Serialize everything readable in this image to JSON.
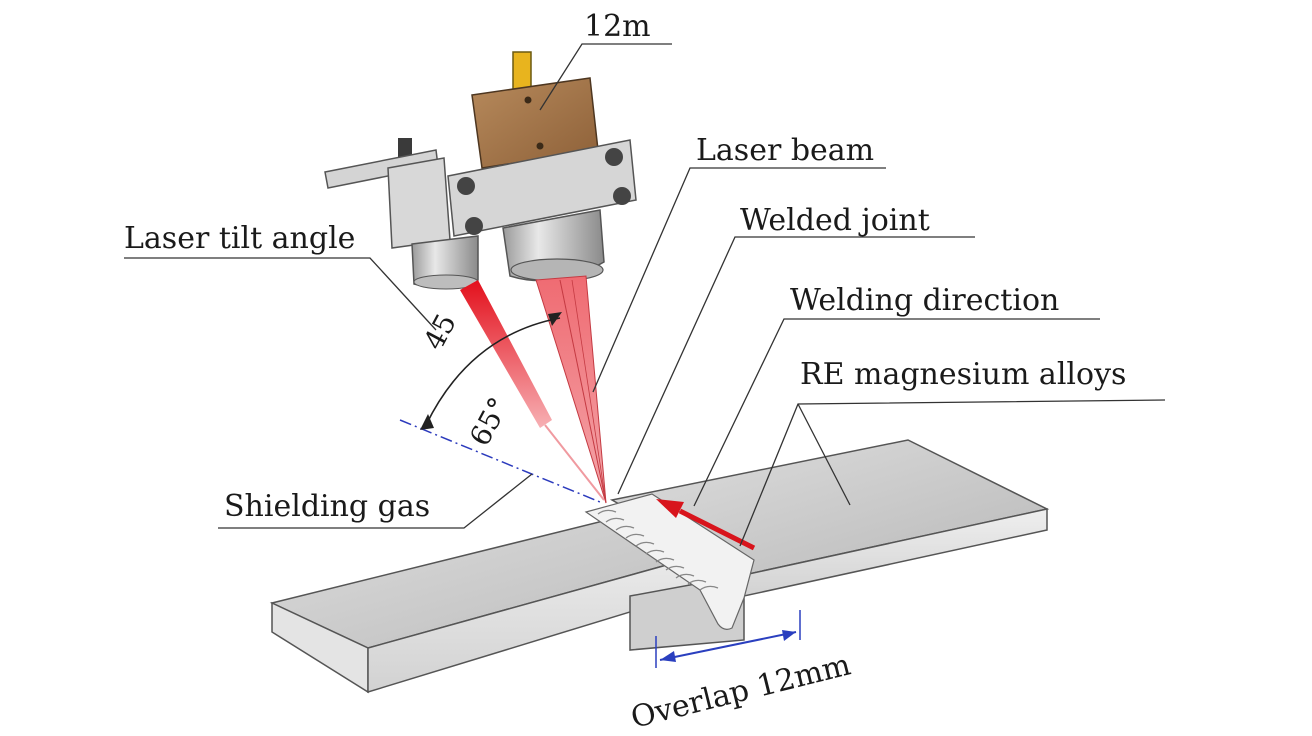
{
  "labels": {
    "top_dimension": "12m",
    "laser_beam": "Laser beam",
    "laser_tilt_angle": "Laser tilt angle",
    "welded_joint": "Welded joint",
    "welding_direction": "Welding direction",
    "re_magnesium_alloys": "RE magnesium alloys",
    "shielding_gas": "Shielding gas",
    "overlap": "Overlap 12mm",
    "angle_upper": "45",
    "angle_lower": "65°"
  },
  "colors": {
    "laser_red": "#e6202a",
    "beam_pink": "#f07a80",
    "direction_arrow": "#d8141c",
    "dimension_blue": "#2a3fbf",
    "axis_line": "#2c3bbd",
    "housing_brown": "#a87a4e",
    "metal_gray": "#c9c9c9"
  },
  "icons": {
    "laser_head": "laser-head-icon",
    "gas_nozzle": "gas-nozzle-icon"
  }
}
